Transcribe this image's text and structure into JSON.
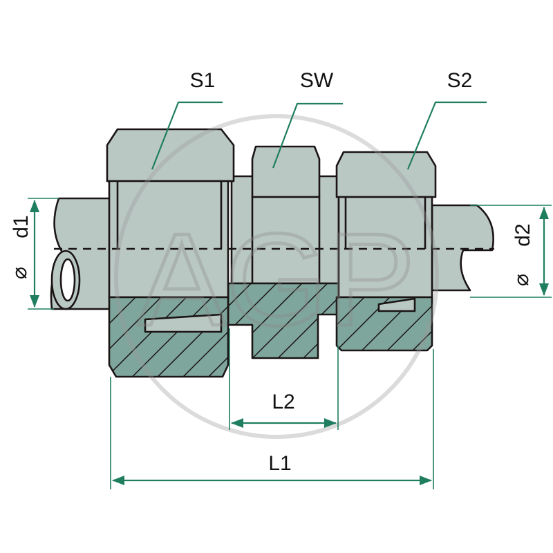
{
  "labels": {
    "s1": "S1",
    "sw": "SW",
    "s2": "S2",
    "d1": "d1",
    "d2": "d2",
    "l1": "L1",
    "l2": "L2",
    "diameter_symbol": "⌀"
  },
  "watermark": {
    "text": "AGP"
  },
  "colors": {
    "body_fill": "#bac8c4",
    "section_fill": "#7fa69c",
    "outline": "#1a1414",
    "dimension": "#1f7d60",
    "watermark": "#9a9a9a"
  }
}
